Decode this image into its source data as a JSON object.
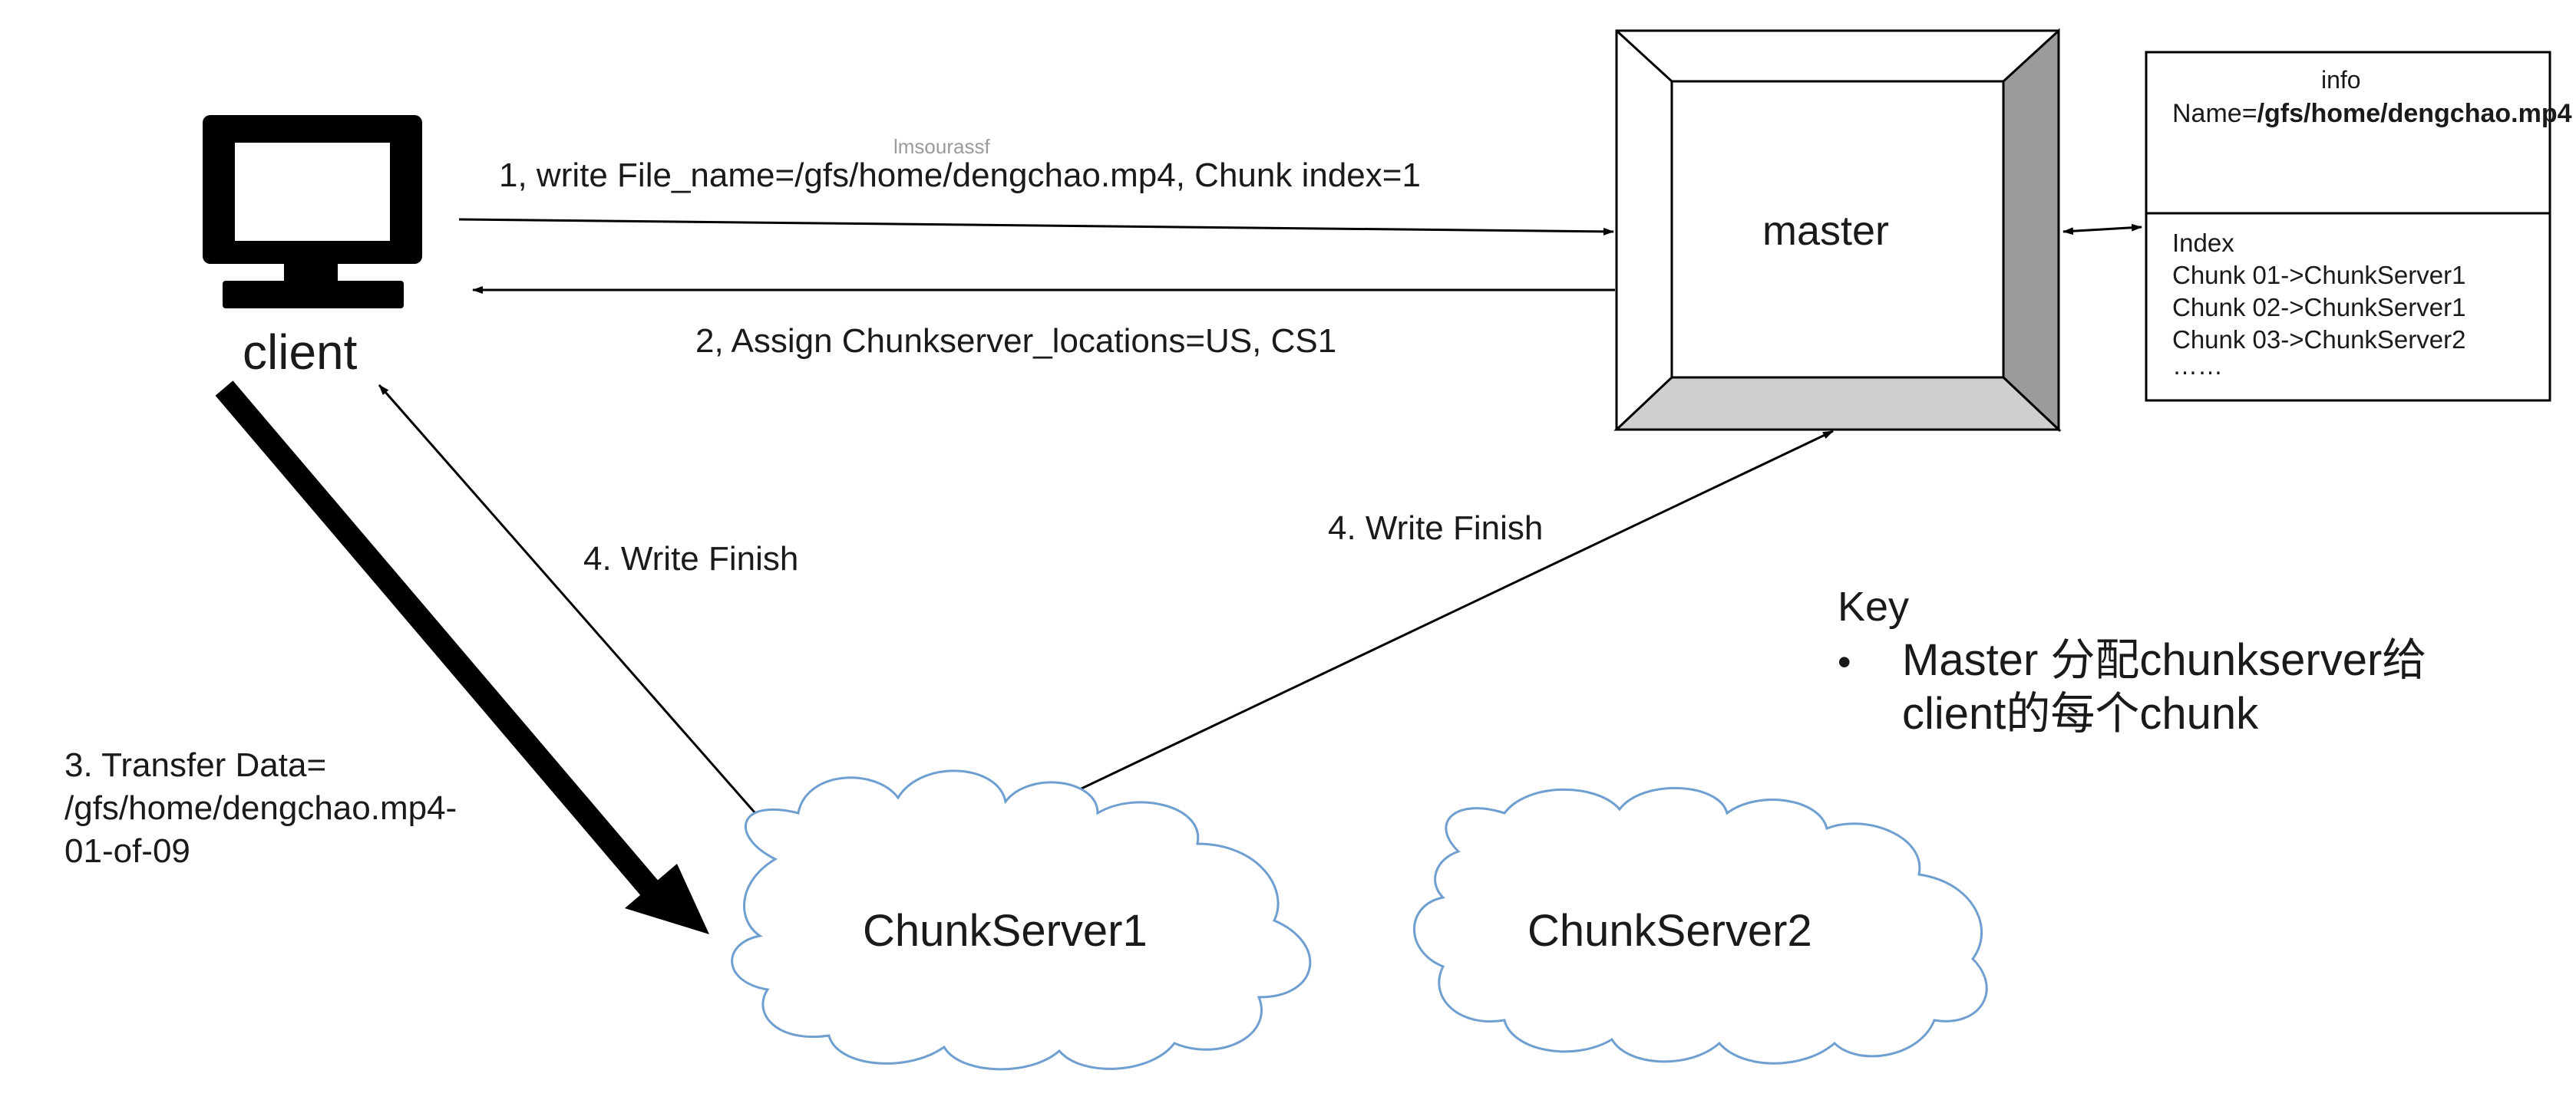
{
  "client": {
    "label": "client",
    "icon": "monitor-icon"
  },
  "watermark": "lmsourassf",
  "master": {
    "label": "master"
  },
  "edges": {
    "write_request": "1,  write File_name=/gfs/home/dengchao.mp4, Chunk index=1",
    "assign": "2, Assign Chunkserver_locations=US, CS1",
    "transfer_data": "3. Transfer Data=\n/gfs/home/dengchao.mp4-\n01-of-09",
    "write_finish_client": "4. Write Finish",
    "write_finish_master": "4. Write Finish"
  },
  "info_box": {
    "title": "info",
    "name_prefix": "Name=",
    "name_value": "/gfs/home/dengchao.mp4",
    "index_title": "Index",
    "index_rows": [
      "Chunk 01->ChunkServer1",
      "Chunk 02->ChunkServer1",
      "Chunk 03->ChunkServer2",
      "……"
    ]
  },
  "chunkservers": [
    "ChunkServer1",
    "ChunkServer2"
  ],
  "key": {
    "title": "Key",
    "bullet": "•",
    "text": "Master 分配chunkserver给client的每个chunk"
  },
  "colors": {
    "cloud_stroke": "#6f9fd0",
    "master_bevel_dark": "#9b9b9b",
    "master_bevel_light": "#cfcfcf",
    "ink": "#000000"
  }
}
